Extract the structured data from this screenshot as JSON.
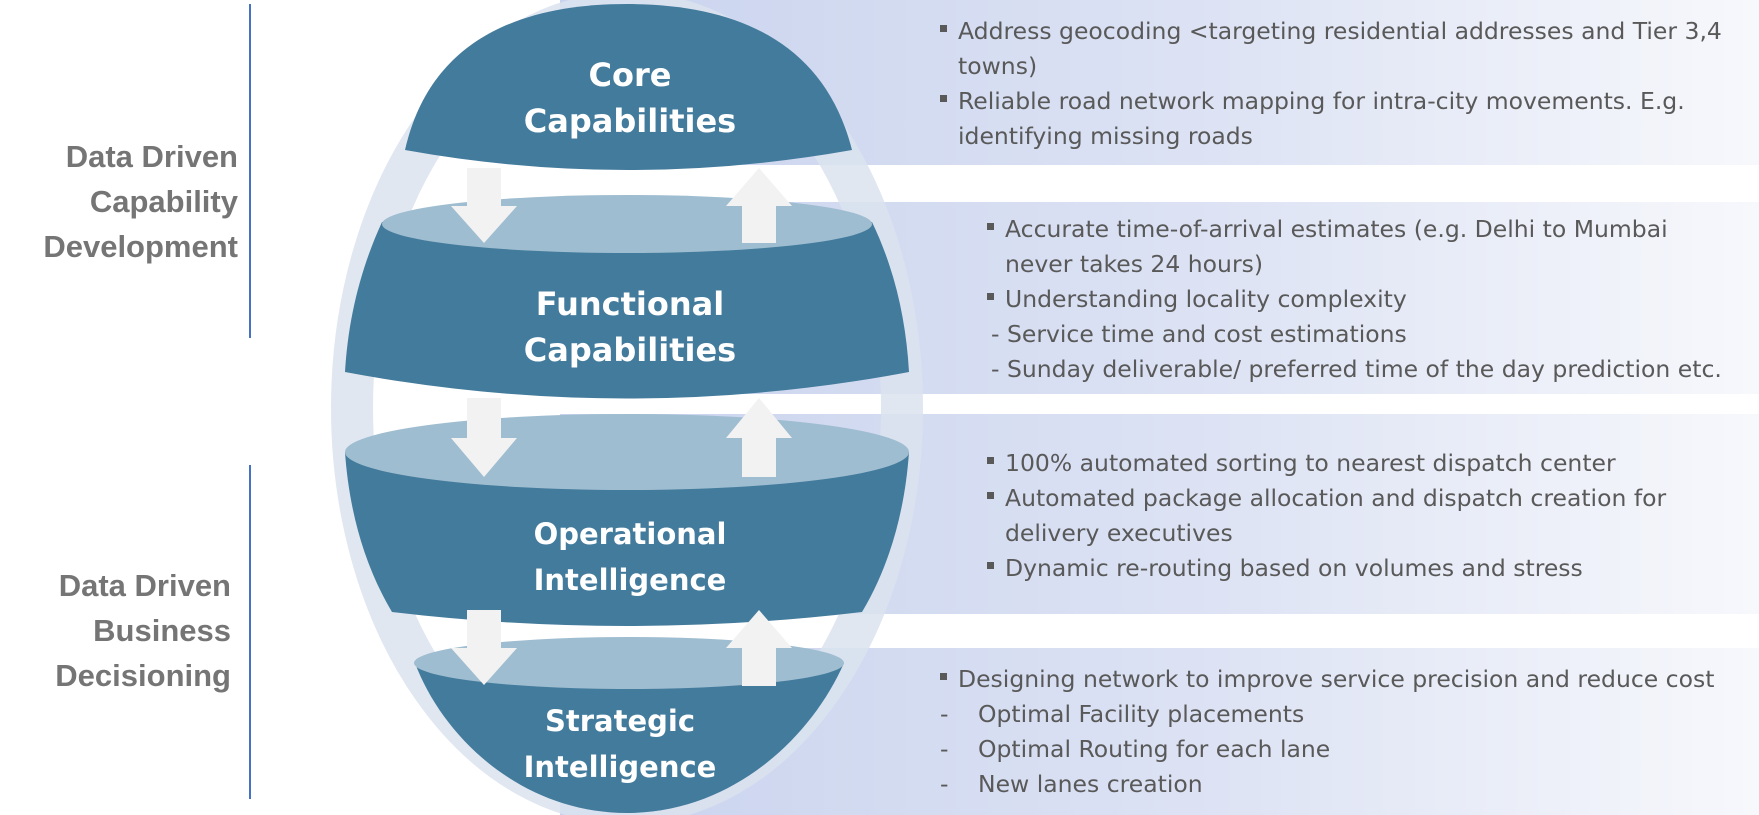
{
  "side_labels": {
    "top": [
      "Data Driven",
      "Capability",
      "Development"
    ],
    "bottom": [
      "Data Driven",
      "Business",
      "Decisioning"
    ]
  },
  "layers": [
    {
      "title": [
        "Core",
        "Capabilities"
      ]
    },
    {
      "title": [
        "Functional",
        "Capabilities"
      ]
    },
    {
      "title": [
        "Operational",
        "Intelligence"
      ]
    },
    {
      "title": [
        "Strategic",
        "Intelligence"
      ]
    }
  ],
  "descriptions": {
    "core": [
      {
        "marker": "square",
        "lines": [
          "Address geocoding <targeting residential addresses and Tier 3,4",
          "towns)"
        ]
      },
      {
        "marker": "square",
        "lines": [
          "Reliable road network mapping for intra-city movements. E.g.",
          "identifying missing roads"
        ]
      }
    ],
    "functional": [
      {
        "marker": "square",
        "lines": [
          "Accurate time-of-arrival estimates (e.g. Delhi to Mumbai",
          "never takes 24 hours)"
        ]
      },
      {
        "marker": "square",
        "lines": [
          "Understanding locality complexity"
        ]
      },
      {
        "marker": "none",
        "lines": [
          "- Service time and cost estimations"
        ]
      },
      {
        "marker": "none",
        "lines": [
          "- Sunday deliverable/ preferred time of the day prediction etc."
        ]
      }
    ],
    "operational": [
      {
        "marker": "square",
        "lines": [
          "100% automated sorting to nearest dispatch center"
        ]
      },
      {
        "marker": "square",
        "lines": [
          "Automated package allocation and dispatch creation for",
          "delivery executives"
        ]
      },
      {
        "marker": "square",
        "lines": [
          "Dynamic re-routing based on volumes and stress"
        ]
      }
    ],
    "strategic": [
      {
        "marker": "square",
        "lines": [
          "Designing network to improve service precision and reduce cost"
        ]
      },
      {
        "marker": "dash",
        "lines": [
          "Optimal Facility placements"
        ]
      },
      {
        "marker": "dash",
        "lines": [
          "Optimal Routing for each lane"
        ]
      },
      {
        "marker": "dash",
        "lines": [
          "New lanes creation"
        ]
      }
    ]
  },
  "colors": {
    "layer_dark": "#437b9c",
    "layer_light": "#9fbdd0",
    "band_start": "#c9d3ee",
    "band_end": "#ffffff",
    "ring": "#dbe3ee",
    "arrow": "#f2f2f2",
    "side_text": "#757575",
    "body_text": "#595959",
    "divider": "#4472c4"
  }
}
